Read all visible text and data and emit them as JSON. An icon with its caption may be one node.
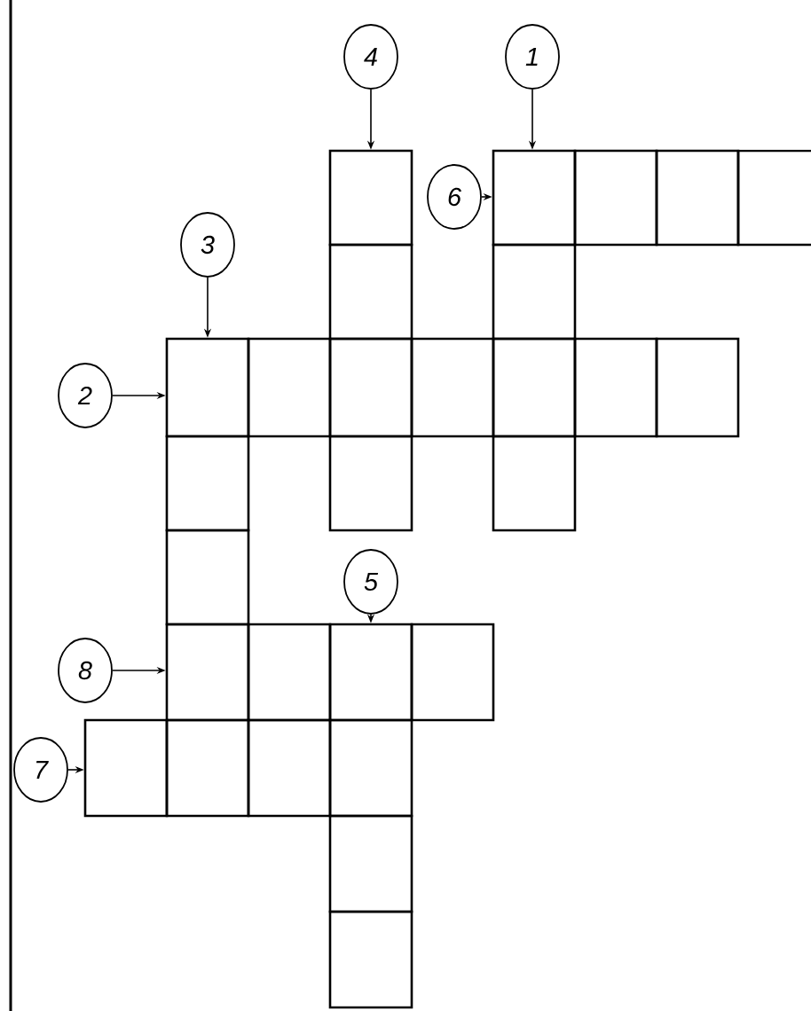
{
  "diagram": {
    "nodes": [
      {
        "text": [
          "4"
        ]
      },
      {
        "text": [
          "1"
        ]
      },
      {
        "text": [
          "6"
        ]
      },
      {
        "text": [
          "3"
        ]
      },
      {
        "text": [
          "2"
        ]
      },
      {
        "text": [
          "5"
        ]
      },
      {
        "text": [
          "8"
        ]
      },
      {
        "text": [
          "7"
        ]
      },
      {
        "text": [],
        "shape": "box"
      },
      {
        "text": [],
        "shape": "box"
      },
      {
        "text": [],
        "shape": "box"
      },
      {
        "text": [],
        "shape": "box"
      },
      {
        "text": [],
        "shape": "box"
      },
      {
        "text": [],
        "shape": "box"
      }
    ],
    "edges": [
      {
        "from": 0,
        "to": 8,
        "arrow": "to"
      },
      {
        "from": 1,
        "to": 9,
        "arrow": "to"
      },
      {
        "from": 2,
        "to": 9,
        "arrow": "to"
      },
      {
        "from": 3,
        "to": 10,
        "arrow": "to"
      },
      {
        "from": 4,
        "to": 10,
        "arrow": "to"
      },
      {
        "from": 5,
        "to": 12,
        "arrow": "to"
      },
      {
        "from": 6,
        "to": 11,
        "arrow": "to"
      },
      {
        "from": 7,
        "to": 13,
        "arrow": "to"
      }
    ]
  }
}
